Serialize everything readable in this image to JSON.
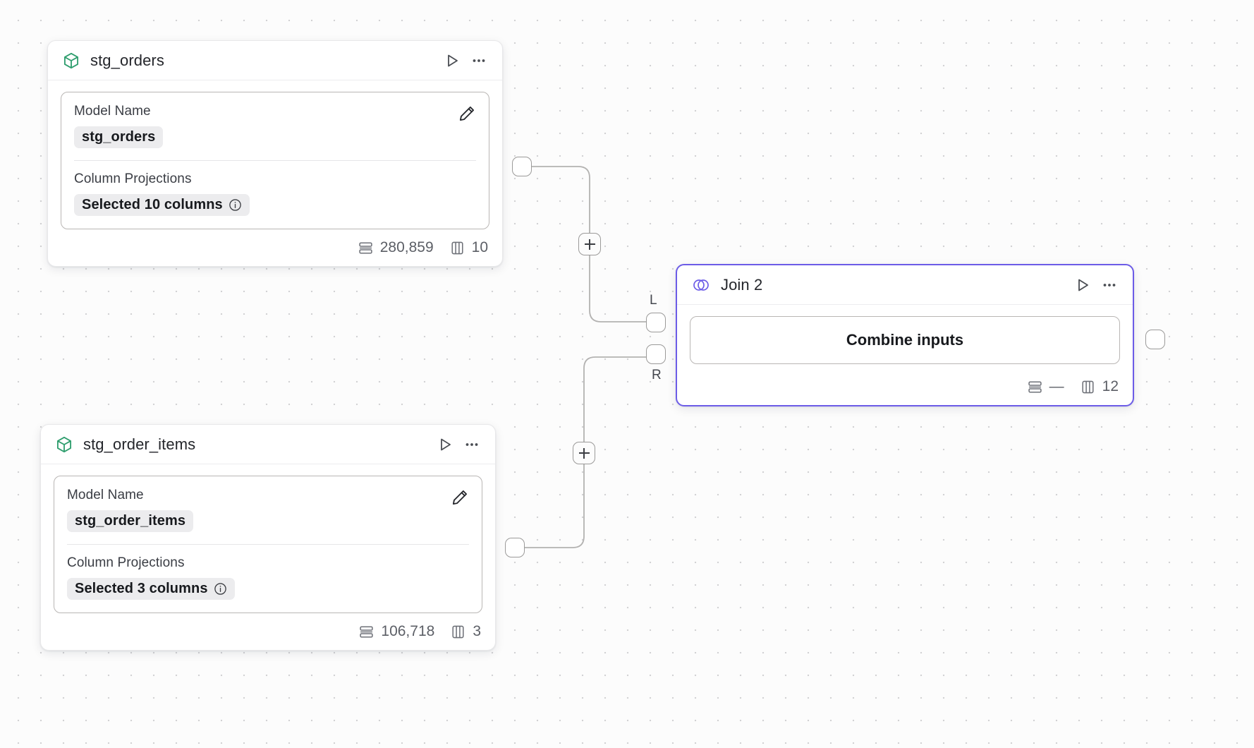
{
  "canvas": {
    "background_color": "#fcfcfc",
    "grid_dot_color": "#d2d2d4",
    "grid_spacing": "32"
  },
  "nodes": [
    {
      "id": "stg_orders",
      "type": "model",
      "icon": "cube-icon",
      "icon_color": "#2f9e6e",
      "title": "stg_orders",
      "fields": {
        "model_name_label": "Model Name",
        "model_name_value": "stg_orders",
        "column_projections_label": "Column Projections",
        "column_projections_value": "Selected 10 columns"
      },
      "stats": {
        "rows": "280,859",
        "columns": "10"
      },
      "actions": {
        "run_label": "run",
        "menu_label": "more options",
        "edit_label": "edit"
      }
    },
    {
      "id": "stg_order_items",
      "type": "model",
      "icon": "cube-icon",
      "icon_color": "#2f9e6e",
      "title": "stg_order_items",
      "fields": {
        "model_name_label": "Model Name",
        "model_name_value": "stg_order_items",
        "column_projections_label": "Column Projections",
        "column_projections_value": "Selected 3 columns"
      },
      "stats": {
        "rows": "106,718",
        "columns": "3"
      },
      "actions": {
        "run_label": "run",
        "menu_label": "more options",
        "edit_label": "edit"
      }
    },
    {
      "id": "join_2",
      "type": "join",
      "icon": "venn-icon",
      "icon_color": "#6c5ce7",
      "border_color": "#6c5ce7",
      "title": "Join 2",
      "button_label": "Combine inputs",
      "stats": {
        "rows": "—",
        "columns": "12"
      },
      "ports": {
        "left_label": "L",
        "right_label": "R"
      },
      "actions": {
        "run_label": "run",
        "menu_label": "more options"
      }
    }
  ],
  "edges": [
    {
      "id": "edge-orders-to-left",
      "plus_label": "+"
    },
    {
      "id": "edge-order-items-to-right",
      "plus_label": "+"
    }
  ]
}
